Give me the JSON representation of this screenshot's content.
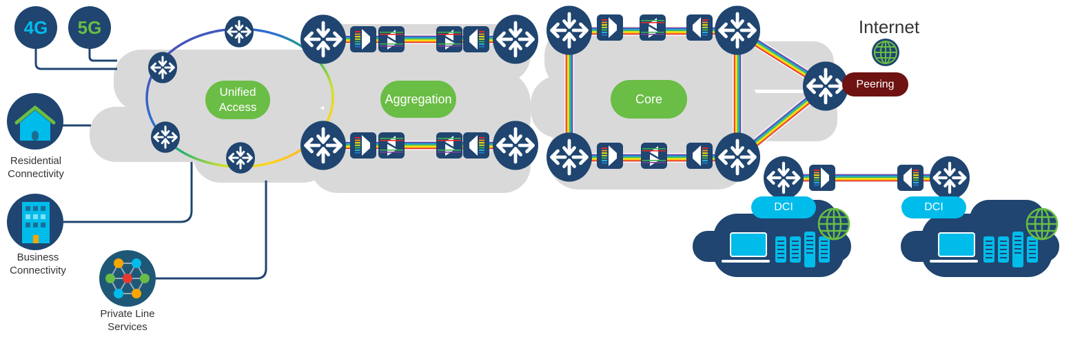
{
  "colors": {
    "navy": "#1f4570",
    "cloud_gray": "#d9d9d9",
    "green": "#6abd45",
    "cyan": "#00bceb",
    "peering_red": "#6e1212",
    "link_blue": "#1f4570"
  },
  "access_icons": [
    {
      "id": "4g",
      "label": "4G",
      "color": "#00bceb"
    },
    {
      "id": "5g",
      "label": "5G",
      "color": "#6abd45"
    }
  ],
  "endpoints": [
    {
      "id": "residential",
      "label_line1": "Residential",
      "label_line2": "Connectivity",
      "icon": "house-icon"
    },
    {
      "id": "business",
      "label_line1": "Business",
      "label_line2": "Connectivity",
      "icon": "building-icon"
    },
    {
      "id": "private-line",
      "label_line1": "Private Line",
      "label_line2": "Services",
      "icon": "mesh-network-icon"
    }
  ],
  "domains": {
    "unified_access": {
      "line1": "Unified",
      "line2": "Access"
    },
    "aggregation": "Aggregation",
    "core": "Core",
    "peering": "Peering",
    "internet": "Internet",
    "dci_left": "DCI",
    "dci_right": "DCI"
  },
  "rainbow": [
    "#7b3fa0",
    "#1f78c8",
    "#2bb0d6",
    "#3cb54a",
    "#c8e02a",
    "#ffe600",
    "#f7941d",
    "#e8262a"
  ]
}
